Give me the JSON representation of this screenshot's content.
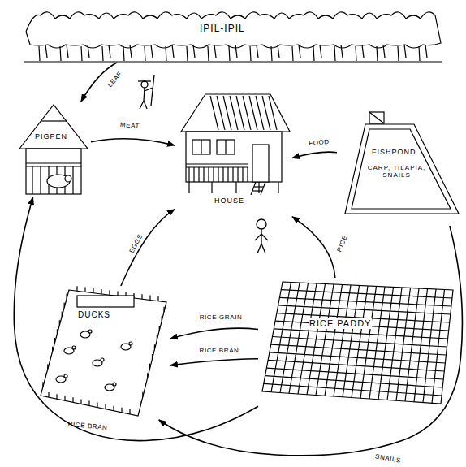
{
  "diagram": {
    "nodes": [
      {
        "text": [
          "IPIL-IPIL"
        ]
      },
      {
        "text": [
          "PIGPEN"
        ]
      },
      {
        "text": [
          "HOUSE"
        ]
      },
      {
        "text": [
          "FISHPOND",
          "CARP, TILAPIA, SNAILS"
        ]
      },
      {
        "text": [
          "DUCKS"
        ]
      },
      {
        "text": [
          "RICE PADDY"
        ]
      }
    ],
    "edges": [
      {
        "from": 0,
        "to": 1,
        "label": "LEAF",
        "arrow": "to"
      },
      {
        "from": 1,
        "to": 2,
        "label": "MEAT",
        "arrow": "to"
      },
      {
        "from": 3,
        "to": 2,
        "label": "FOOD",
        "arrow": "to"
      },
      {
        "from": 4,
        "to": 2,
        "label": "EGGS",
        "arrow": "to"
      },
      {
        "from": 5,
        "to": 2,
        "label": "RICE",
        "arrow": "to"
      },
      {
        "from": 5,
        "to": 4,
        "label": "RICE GRAIN",
        "arrow": "to"
      },
      {
        "from": 5,
        "to": 4,
        "label": "RICE BRAN",
        "arrow": "to"
      },
      {
        "from": 5,
        "to": 1,
        "label": "RICE BRAN",
        "arrow": "to"
      },
      {
        "from": 3,
        "to": 4,
        "label": "SNAILS",
        "arrow": "to"
      }
    ]
  }
}
